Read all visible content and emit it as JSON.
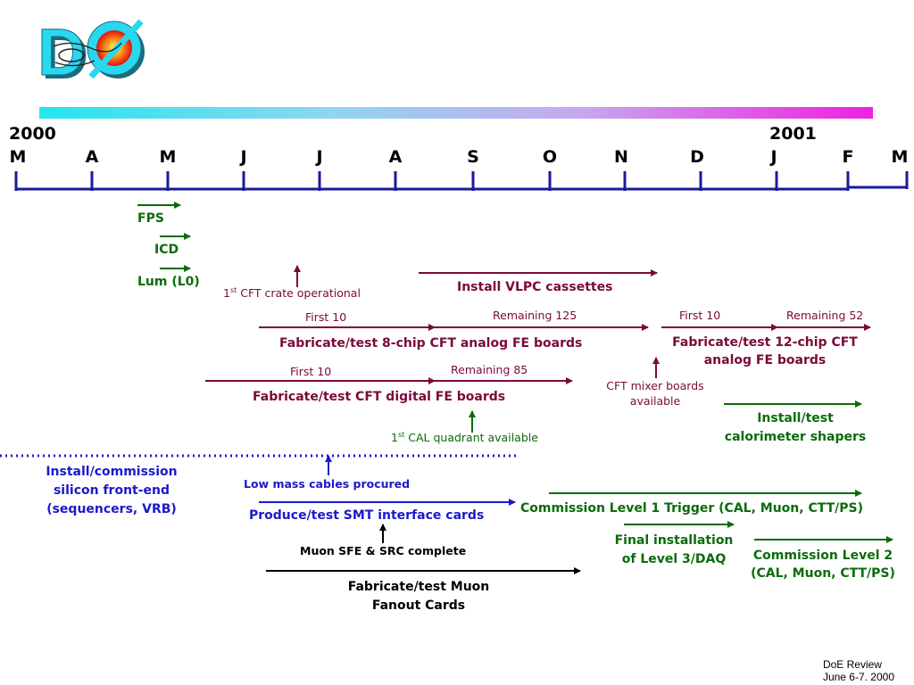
{
  "logo": {
    "text": "DØ"
  },
  "timeline": {
    "year_start": "2000",
    "year_end": "2001",
    "months": [
      "M",
      "A",
      "M",
      "J",
      "J",
      "A",
      "S",
      "O",
      "N",
      "D",
      "J",
      "F",
      "M"
    ]
  },
  "labels": {
    "fps": "FPS",
    "icd": "ICD",
    "lum": "Lum (L0)",
    "cft_crate_prefix": "1",
    "cft_crate_sup": "st",
    "cft_crate_text": " CFT crate operational",
    "vlpc": "Install VLPC cassettes",
    "first10_a": "First 10",
    "remaining125": "Remaining 125",
    "analog8": "Fabricate/test 8-chip CFT analog FE boards",
    "first10_b": "First 10",
    "remaining52": "Remaining 52",
    "analog12_l1": "Fabricate/test 12-chip CFT",
    "analog12_l2": "analog FE boards",
    "first10_c": "First 10",
    "remaining85": "Remaining 85",
    "digital": "Fabricate/test CFT digital FE boards",
    "mixer_l1": "CFT mixer boards",
    "mixer_l2": "available",
    "shapers_l1": "Install/test",
    "shapers_l2": "calorimeter shapers",
    "cal_prefix": "1",
    "cal_sup": "st",
    "cal_text": " CAL quadrant available",
    "silicon_l1": "Install/commission",
    "silicon_l2": "silicon front-end",
    "silicon_l3": "(sequencers, VRB)",
    "cables": "Low mass cables procured",
    "smt": "Produce/test SMT interface cards",
    "l1trigger": "Commission Level 1 Trigger (CAL, Muon, CTT/PS)",
    "l3_l1": "Final installation",
    "l3_l2": "of Level 3/DAQ",
    "l2_l1": "Commission Level 2",
    "l2_l2": "(CAL, Muon, CTT/PS)",
    "muon_sfe": "Muon SFE & SRC complete",
    "muon_l1": "Fabricate/test Muon",
    "muon_l2": "Fanout Cards"
  },
  "footer": {
    "line1": "DoE Review",
    "line2": "June 6-7. 2000"
  },
  "colors": {
    "red": "#7a0a3a",
    "green": "#0b6b0b",
    "blue": "#1a1acc",
    "timeline": "#1a1a9c",
    "logo_text": "#28d8ee"
  }
}
